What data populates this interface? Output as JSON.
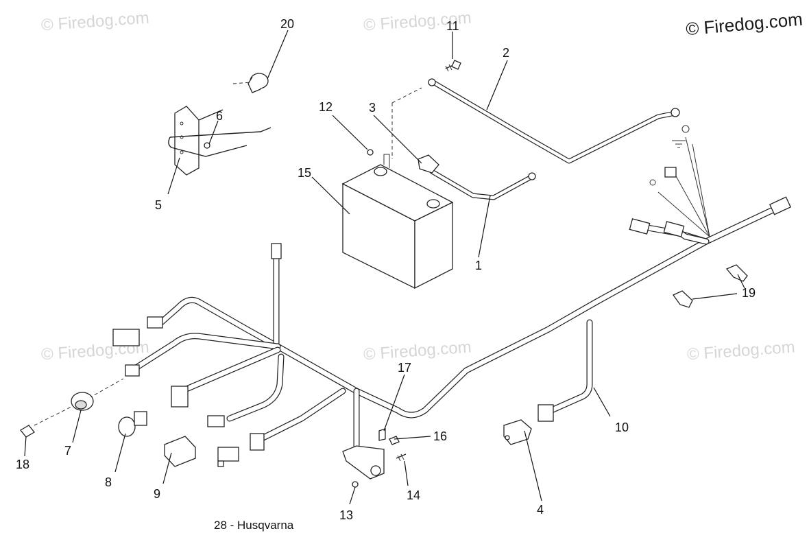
{
  "caption": "28 - Husqvarna",
  "watermark": {
    "main": "© Firedog.com",
    "faint": "© Firedog.com"
  },
  "callouts": {
    "c1": "1",
    "c2": "2",
    "c3": "3",
    "c4": "4",
    "c5": "5",
    "c6": "6",
    "c7": "7",
    "c8": "8",
    "c9": "9",
    "c10": "10",
    "c11": "11",
    "c12": "12",
    "c13": "13",
    "c14": "14",
    "c15": "15",
    "c16": "16",
    "c17": "17",
    "c18": "18",
    "c19": "19",
    "c20": "20"
  }
}
